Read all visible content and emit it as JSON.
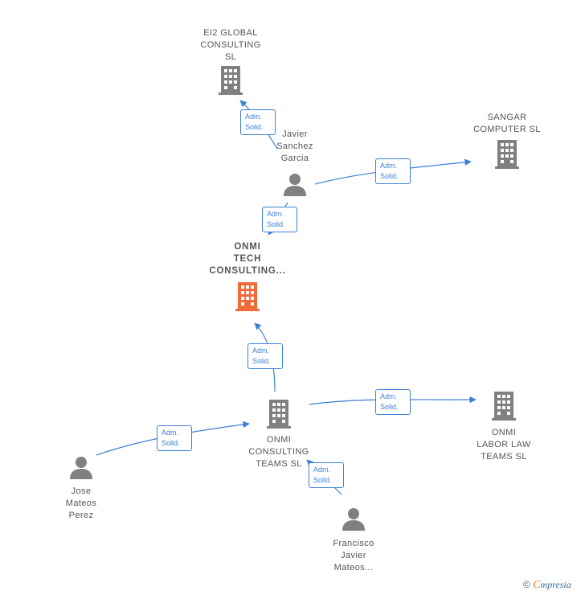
{
  "colors": {
    "edge": "#3c7fd6",
    "building": "#808080",
    "building_main": "#f06a3a",
    "person": "#808080",
    "label": "#555555"
  },
  "nodes": {
    "ei2": {
      "lines": [
        "EI2 GLOBAL",
        "CONSULTING",
        "SL"
      ],
      "icon": "building-icon"
    },
    "sangar": {
      "lines": [
        "SANGAR",
        "COMPUTER  SL"
      ],
      "icon": "building-icon"
    },
    "javier": {
      "lines": [
        "Javier",
        "Sanchez",
        "Garcia"
      ],
      "icon": "person-icon"
    },
    "onmi_tech": {
      "lines": [
        "ONMI",
        "TECH",
        "CONSULTING..."
      ],
      "icon": "building-icon"
    },
    "onmi_consulting": {
      "lines": [
        "ONMI",
        "CONSULTING",
        "TEAMS  SL"
      ],
      "icon": "building-icon"
    },
    "onmi_labor": {
      "lines": [
        "ONMI",
        "LABOR LAW",
        "TEAMS  SL"
      ],
      "icon": "building-icon"
    },
    "jose": {
      "lines": [
        "Jose",
        "Mateos",
        "Perez"
      ],
      "icon": "person-icon"
    },
    "francisco": {
      "lines": [
        "Francisco",
        "Javier",
        "Mateos..."
      ],
      "icon": "person-icon"
    }
  },
  "edges": [
    {
      "from": "javier",
      "to": "ei2",
      "label": [
        "Adm.",
        "Solid."
      ]
    },
    {
      "from": "javier",
      "to": "sangar",
      "label": [
        "Adm.",
        "Solid."
      ]
    },
    {
      "from": "javier",
      "to": "onmi_tech",
      "label": [
        "Adm.",
        "Solid."
      ]
    },
    {
      "from": "onmi_consulting",
      "to": "onmi_tech",
      "label": [
        "Adm.",
        "Solid."
      ]
    },
    {
      "from": "onmi_consulting",
      "to": "onmi_labor",
      "label": [
        "Adm.",
        "Solid."
      ]
    },
    {
      "from": "jose",
      "to": "onmi_consulting",
      "label": [
        "Adm.",
        "Solid."
      ]
    },
    {
      "from": "francisco",
      "to": "onmi_consulting",
      "label": [
        "Adm.",
        "Solid."
      ]
    }
  ],
  "footer": {
    "copyright": "©",
    "brand_initial": "C",
    "brand_rest": "mpresia"
  }
}
